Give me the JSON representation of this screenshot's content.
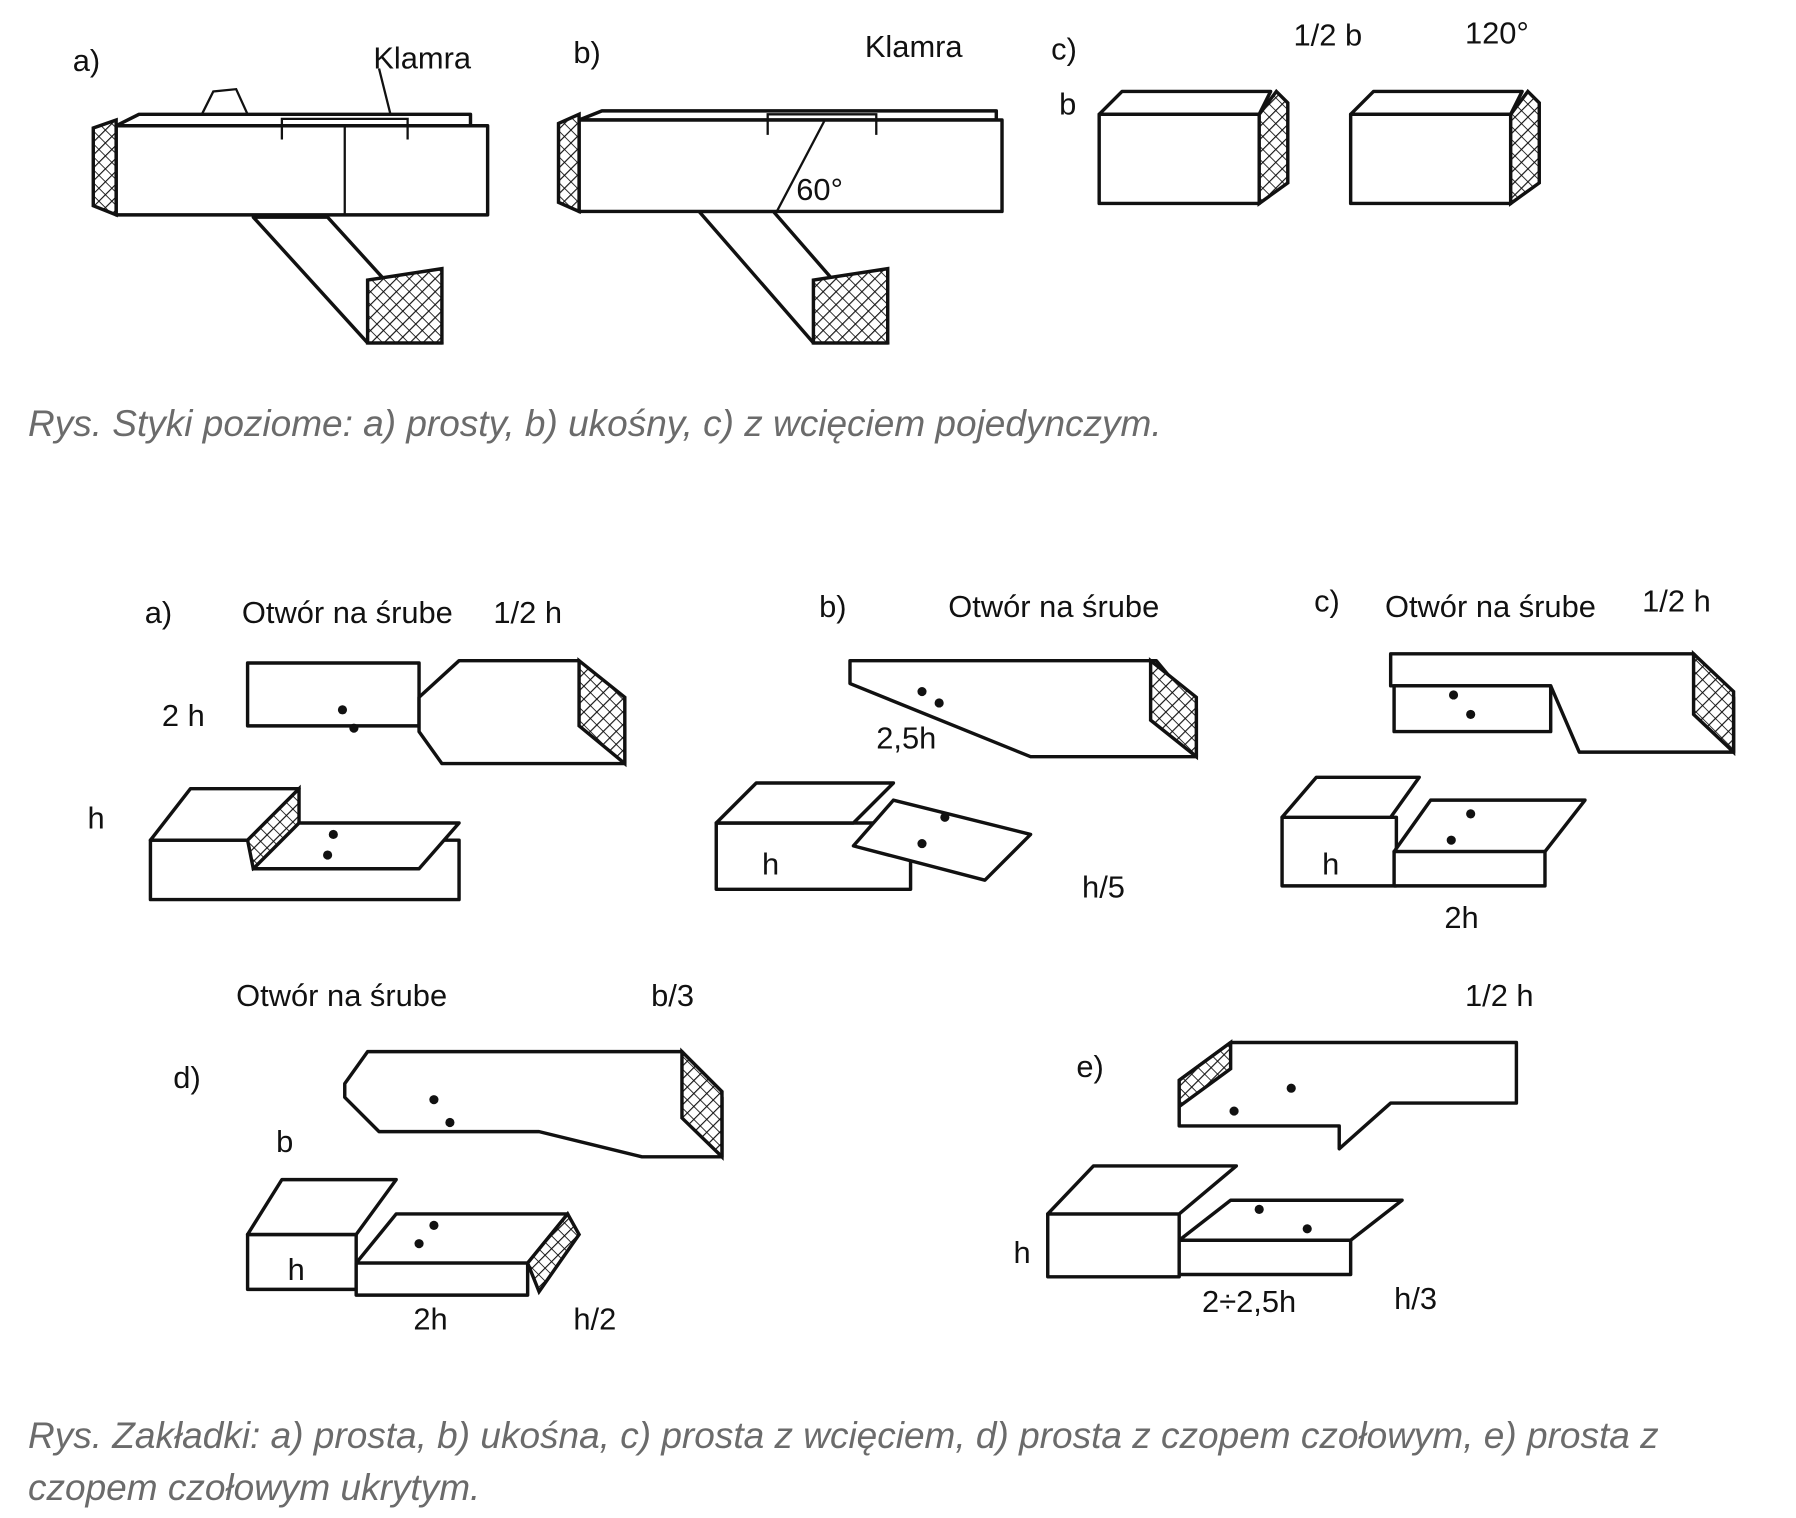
{
  "figure1": {
    "a": {
      "letter": "a)",
      "clamp": "Klamra"
    },
    "b": {
      "letter": "b)",
      "clamp": "Klamra",
      "angle": "60°"
    },
    "c": {
      "letter": "c)",
      "half_b": "1/2 b",
      "angle": "120°",
      "b": "b"
    },
    "caption": "Rys. Styki poziome: a) prosty, b) ukośny, c) z wcięciem pojedynczym."
  },
  "figure2": {
    "a": {
      "letter": "a)",
      "hole": "Otwór na śrube",
      "half_h": "1/2 h",
      "two_h": "2 h",
      "h": "h"
    },
    "b": {
      "letter": "b)",
      "hole": "Otwór na śrube",
      "len": "2,5h",
      "h": "h",
      "h5": "h/5"
    },
    "c": {
      "letter": "c)",
      "hole": "Otwór na śrube",
      "half_h": "1/2 h",
      "h": "h",
      "two_h": "2h"
    },
    "d": {
      "letter": "d)",
      "hole": "Otwór na śrube",
      "b3": "b/3",
      "b": "b",
      "h": "h",
      "two_h": "2h",
      "h2": "h/2"
    },
    "e": {
      "letter": "e)",
      "half_h": "1/2 h",
      "h": "h",
      "len": "2÷2,5h",
      "h3": "h/3"
    },
    "caption": "Rys. Zakładki: a) prosta, b) ukośna, c) prosta z wcięciem, d) prosta z czopem czołowym, e) prosta z czopem czołowym ukrytym."
  }
}
